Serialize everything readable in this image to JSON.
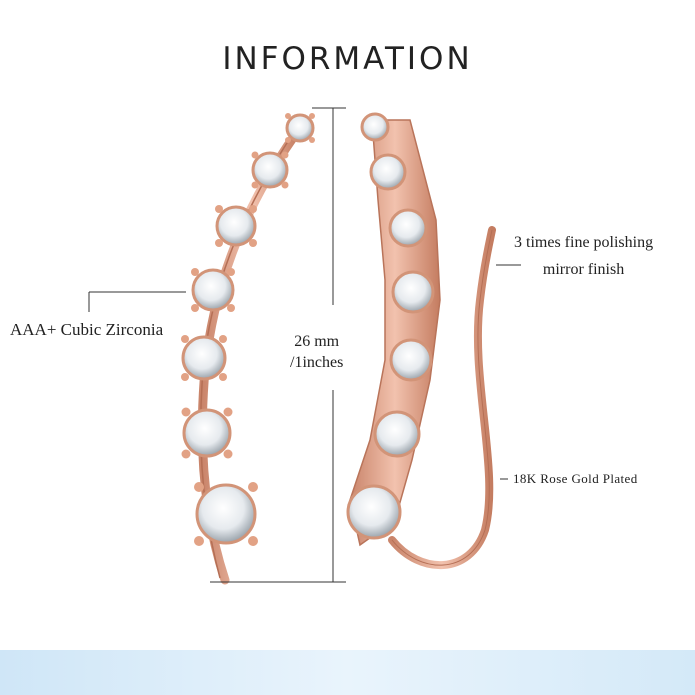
{
  "header": {
    "title": "INFORMATION"
  },
  "labels": {
    "cubic_zirconia": "AAA+ Cubic Zirconia",
    "size_line1": "26 mm",
    "size_line2": "/1inches",
    "polish_line1": "3 times fine polishing",
    "polish_line2": "mirror finish",
    "plating": "18K Rose Gold Plated"
  },
  "colors": {
    "rose_gold": "#e8a98d",
    "rose_gold_dark": "#c8805f",
    "crystal": "#f2f4f6",
    "background_band": "#dcedf9"
  },
  "icons": [
    "left-earring-icon",
    "right-earring-icon"
  ]
}
